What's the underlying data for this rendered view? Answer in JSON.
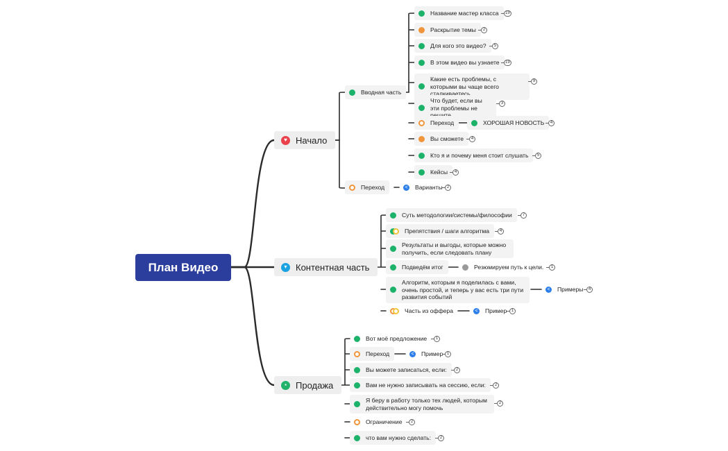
{
  "root": {
    "label": "План Видео"
  },
  "branches": {
    "nachalo": {
      "label": "Начало",
      "icon": "heart-icon",
      "vvodnaya": {
        "label": "Вводная часть",
        "items": [
          {
            "label": "Название мастер класса",
            "badge": "19"
          },
          {
            "label": "Раскрытие темы",
            "badge": "2"
          },
          {
            "label": "Для кого это видео?",
            "badge": "5"
          },
          {
            "label": "В этом видео вы узнаете",
            "badge": "19"
          },
          {
            "label": "Какие есть проблемы, с которыми вы чаще всего сталкиваетесь",
            "badge": "9"
          },
          {
            "label": "Что будет, если вы эти проблемы не решите",
            "badge": "3"
          },
          {
            "label": "Переход",
            "child": "ХОРОШАЯ НОВОСТЬ",
            "badge": "4"
          },
          {
            "label": "Вы сможете",
            "badge": "4"
          },
          {
            "label": "Кто я и почему меня стоит слушать",
            "badge": "5"
          },
          {
            "label": "Кейсы",
            "badge": "4"
          }
        ]
      },
      "perehod": {
        "label": "Переход",
        "child": "Варианты",
        "badge": "2"
      }
    },
    "kontent": {
      "label": "Контентная часть",
      "icon": "shirt-icon",
      "items": [
        {
          "label": "Суть методологии/системы/философии",
          "badge": "7"
        },
        {
          "label": "Препятствия / шаги алгоритма",
          "badge": "4"
        },
        {
          "label": "Результаты и выгоды, которые можно получить, если следовать плану"
        },
        {
          "label": "Подведём итог",
          "child": "Резюмируем путь к цели.",
          "badge": "1"
        },
        {
          "label": "Алгоритм, которым я поделилась с вами, очень простой, и теперь у вас есть три пути развития событий",
          "child": "Примеры",
          "badge": "4"
        },
        {
          "label": "Часть из оффера",
          "child": "Пример",
          "badge": "1"
        }
      ]
    },
    "prodazha": {
      "label": "Продажа",
      "icon": "cart-icon",
      "items": [
        {
          "label": "Вот моё предложение",
          "badge": "1"
        },
        {
          "label": "Переход",
          "child": "Пример",
          "badge": "1"
        },
        {
          "label": "Вы можете записаться, если:",
          "badge": "2"
        },
        {
          "label": "Вам не нужно записывать на сессию, если:",
          "badge": "2"
        },
        {
          "label": "Я беру в работу только тех людей, которым действительно могу помочь",
          "badge": "2"
        },
        {
          "label": "Ограничение",
          "badge": "2"
        },
        {
          "label": "что вам нужно сделать:",
          "badge": "2"
        }
      ]
    }
  },
  "colors": {
    "root": "#2b3e9e",
    "green": "#1db26a",
    "orange": "#f0953b",
    "blue": "#2b7de9",
    "red": "#e9424b",
    "cyan": "#1aa3e0",
    "cart": "#23b26a"
  }
}
